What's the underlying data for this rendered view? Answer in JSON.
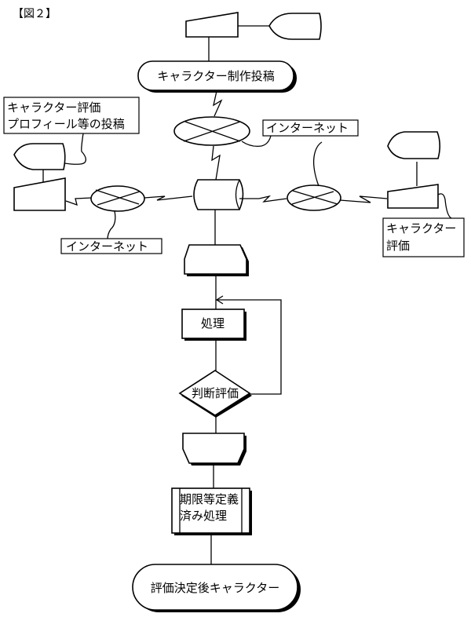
{
  "figure_label": "【図２】",
  "nodes": {
    "top_terminal": "キャラクター制作投稿",
    "left_note_line1": "キャラクター評価",
    "left_note_line2": "プロフィール等の投稿",
    "internet_top_label": "インターネット",
    "internet_left_label": "インターネット",
    "right_note_line1": "キャラクター",
    "right_note_line2": "評価",
    "process": "処理",
    "decision": "判断評価",
    "predefined_line1": "期限等定義",
    "predefined_line2": "済み処理",
    "bottom_terminal": "評価決定後キャラクター"
  }
}
